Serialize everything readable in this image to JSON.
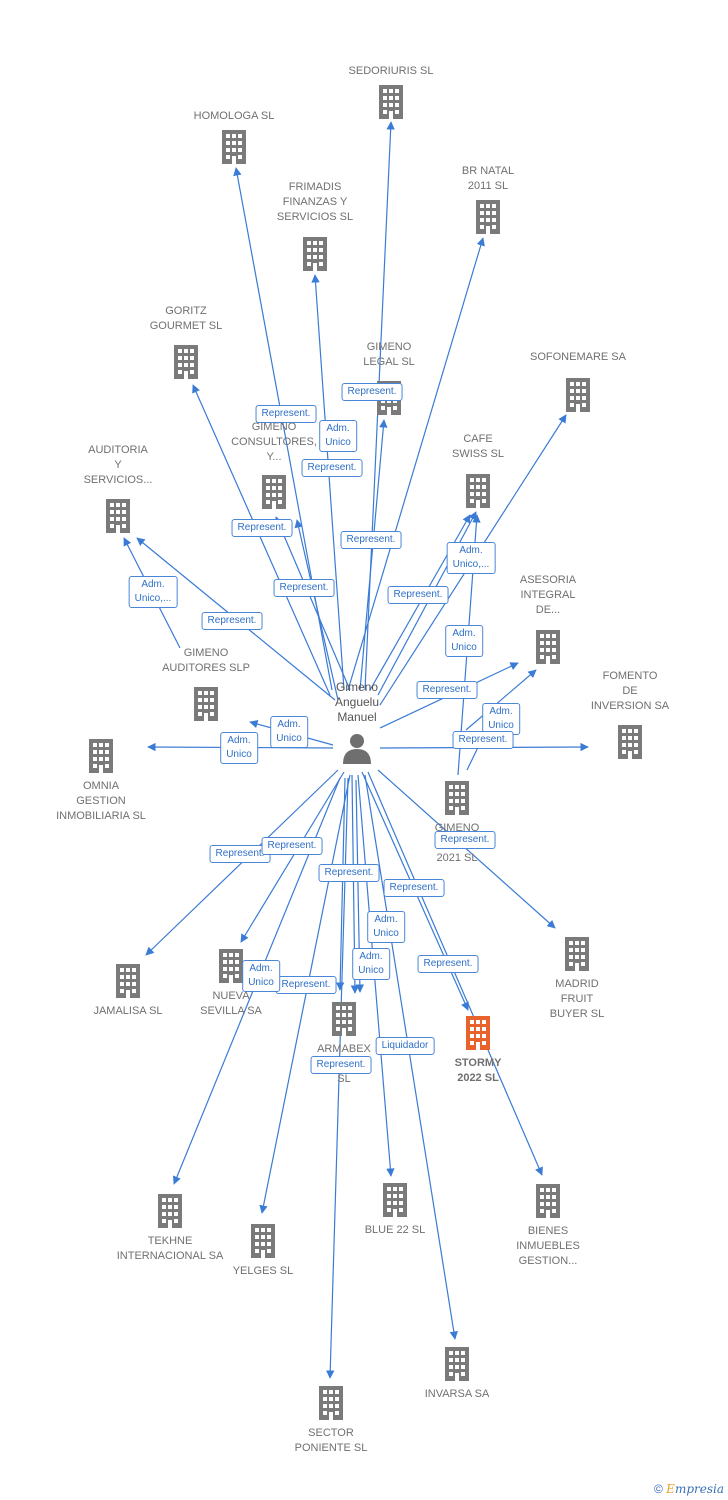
{
  "colors": {
    "edge": "#3a7bd5",
    "building": "#7a7a7a",
    "building_highlight": "#e8622c",
    "person": "#6f6f6f"
  },
  "center": {
    "name": "Gimeno\nAnguelu\nManuel",
    "icon": "person-icon"
  },
  "companies": [
    {
      "id": "sedoriuris",
      "label": "SEDORIURIS SL",
      "icon": "building-icon"
    },
    {
      "id": "homologa",
      "label": "HOMOLOGA SL",
      "icon": "building-icon"
    },
    {
      "id": "brnatal",
      "label": "BR NATAL\n2011 SL",
      "icon": "building-icon"
    },
    {
      "id": "frimadis",
      "label": "FRIMADIS\nFINANZAS Y\nSERVICIOS SL",
      "icon": "building-icon"
    },
    {
      "id": "goritz",
      "label": "GORITZ\nGOURMET  SL",
      "icon": "building-icon"
    },
    {
      "id": "gimenolegal",
      "label": "GIMENO\nLEGAL  SL",
      "icon": "building-icon"
    },
    {
      "id": "sofonemare",
      "label": "SOFONEMARE SA",
      "icon": "building-icon"
    },
    {
      "id": "gimenoconsultores",
      "label": "GIMENO\nCONSULTORES,\nY...",
      "icon": "building-icon"
    },
    {
      "id": "cafeswiss",
      "label": "CAFE\nSWISS  SL",
      "icon": "building-icon"
    },
    {
      "id": "auditoria",
      "label": "AUDITORIA\nY\nSERVICIOS...",
      "icon": "building-icon"
    },
    {
      "id": "asesoria",
      "label": "ASESORIA\nINTEGRAL\nDE...",
      "icon": "building-icon"
    },
    {
      "id": "gimenoauditores",
      "label": "GIMENO\nAUDITORES SLP",
      "icon": "building-icon"
    },
    {
      "id": "fomento",
      "label": "FOMENTO\nDE\nINVERSION SA",
      "icon": "building-icon"
    },
    {
      "id": "omnia",
      "label": "OMNIA\nGESTION\nINMOBILIARIA SL",
      "icon": "building-icon"
    },
    {
      "id": "gimenoco2021",
      "label": "GIMENO\nCO...\n2021  SL",
      "icon": "building-icon"
    },
    {
      "id": "madridfruit",
      "label": "MADRID\nFRUIT\nBUYER SL",
      "icon": "building-icon"
    },
    {
      "id": "jamalisa",
      "label": "JAMALISA SL",
      "icon": "building-icon"
    },
    {
      "id": "nuevasevilla",
      "label": "NUEVA\nSEVILLA SA",
      "icon": "building-icon"
    },
    {
      "id": "armabex",
      "label": "ARMABEX\nC...S\nSL",
      "icon": "building-icon"
    },
    {
      "id": "stormy",
      "label": "STORMY\n2022  SL",
      "icon": "building-icon",
      "highlight": true
    },
    {
      "id": "tekhne",
      "label": "TEKHNE\nINTERNACIONAL SA",
      "icon": "building-icon"
    },
    {
      "id": "yelges",
      "label": "YELGES SL",
      "icon": "building-icon"
    },
    {
      "id": "blue22",
      "label": "BLUE 22  SL",
      "icon": "building-icon"
    },
    {
      "id": "bienes",
      "label": "BIENES\nINMUEBLES\nGESTION...",
      "icon": "building-icon"
    },
    {
      "id": "invarsa",
      "label": "INVARSA SA",
      "icon": "building-icon"
    },
    {
      "id": "sectorponiente",
      "label": "SECTOR\nPONIENTE SL",
      "icon": "building-icon"
    }
  ],
  "relations": [
    "Represent.",
    "Represent.",
    "Adm.\nUnico",
    "Represent.",
    "Represent.",
    "Represent.",
    "Adm.\nUnico,...",
    "Represent.",
    "Adm.\nUnico,...",
    "Represent.",
    "Represent.",
    "Adm.\nUnico",
    "Represent.",
    "Adm.\nUnico",
    "Represent.",
    "Adm.\nUnico",
    "Adm.\nUnico",
    "Represent.",
    "Represent.",
    "Represent.",
    "Represent.",
    "Adm.\nUnico",
    "Adm.\nUnico",
    "Represent.",
    "Represent.",
    "Adm.\nUnico",
    "Represent.",
    "Liquidador",
    "Represent."
  ],
  "footer": {
    "copyright": "©",
    "brand_initial": "E",
    "brand_rest": "mpresia"
  }
}
